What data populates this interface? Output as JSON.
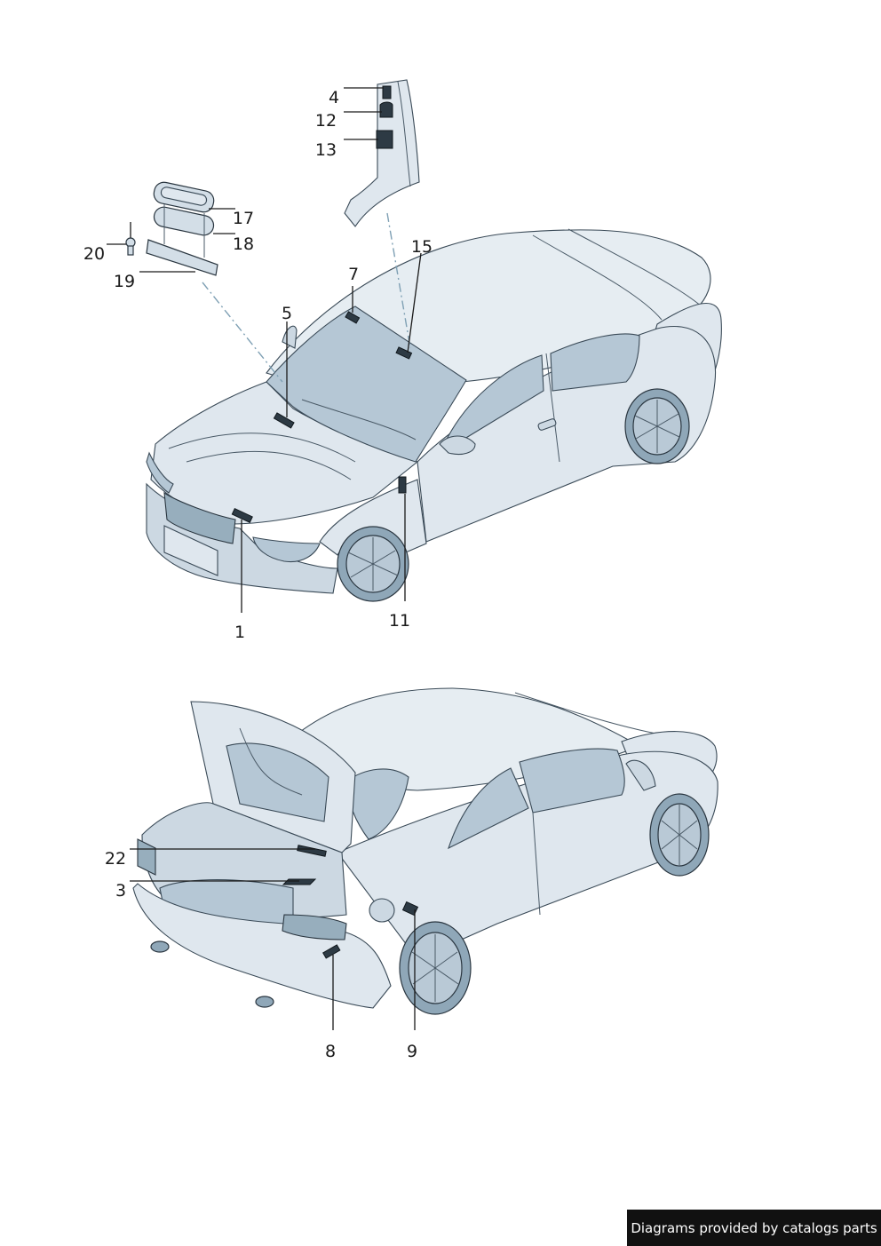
{
  "callouts": {
    "c1": "1",
    "c3": "3",
    "c4": "4",
    "c5": "5",
    "c7": "7",
    "c8": "8",
    "c9": "9",
    "c11": "11",
    "c12": "12",
    "c13": "13",
    "c15": "15",
    "c17": "17",
    "c18": "18",
    "c19": "19",
    "c20": "20",
    "c22": "22"
  },
  "footer": {
    "text": "Diagrams provided by catalogs parts"
  },
  "colors": {
    "body": "#dfe7ee",
    "glass": "#b5c7d5",
    "ink": "#1a1a1a",
    "footer_bg": "#111111"
  }
}
